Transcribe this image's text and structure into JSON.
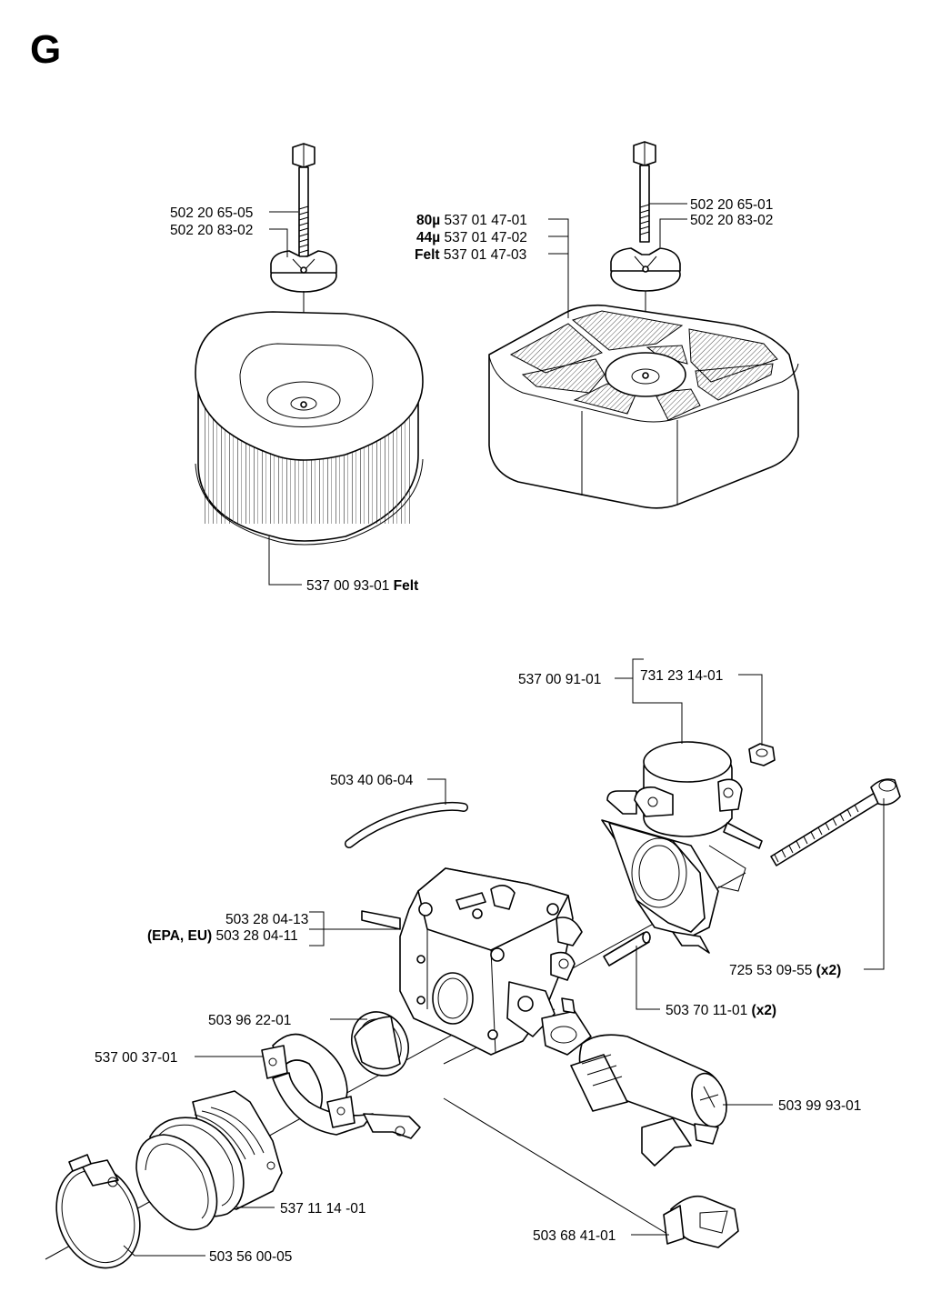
{
  "section": "G",
  "callouts": {
    "bolt_left": "502 20 65-05",
    "nut_left": "502 20 83-02",
    "filter_left": "537 00 93-01",
    "filter_left_suffix": "Felt",
    "bolt_right": "502 20 65-01",
    "nut_right": "502 20 83-02",
    "filter_right_80_prefix": "80µ",
    "filter_right_80": "537 01 47-01",
    "filter_right_44_prefix": "44µ",
    "filter_right_44": "537 01 47-02",
    "filter_right_felt_prefix": "Felt",
    "filter_right_felt": "537 01 47-03",
    "adapter": "537 00 91-01",
    "nut_adapter": "731 23 14-01",
    "hose": "503 40 06-04",
    "carb_1": "503 28 04-13",
    "carb_2_prefix": "(EPA, EU)",
    "carb_2": "503 28 04-11",
    "screw_long": "725 53 09-55",
    "screw_long_qty": "(x2)",
    "sleeve": "503 70 11-01",
    "sleeve_qty": "(x2)",
    "gasket_ring": "503 96 22-01",
    "clamp_bracket": "537 00 37-01",
    "boot_knob": "503 99 93-01",
    "intake_boot": "537 11 14 -01",
    "choke_knob": "503 68 41-01",
    "hose_clamp": "503 56 00-05"
  }
}
